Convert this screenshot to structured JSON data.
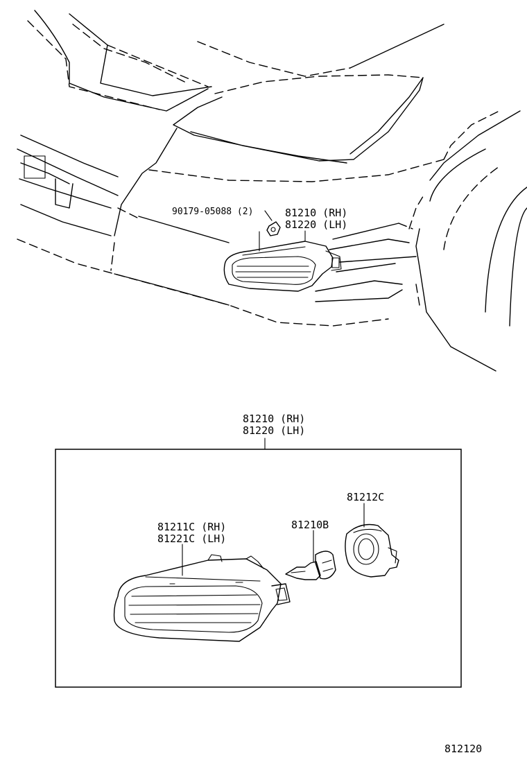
{
  "overview": {
    "fastener_label": "90179-05088 (2)",
    "assembly_label_rh": "81210 (RH)",
    "assembly_label_lh": "81220 (LH)"
  },
  "detail": {
    "assembly_label_rh": "81210 (RH)",
    "assembly_label_lh": "81220 (LH)",
    "lens_label_rh": "81211C (RH)",
    "lens_label_lh": "81221C (LH)",
    "bulb_label": "81210B",
    "socket_label": "81212C"
  },
  "figure_number": "812120"
}
